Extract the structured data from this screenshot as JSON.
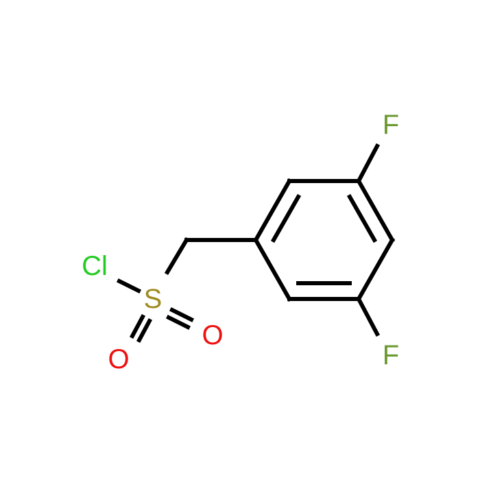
{
  "molecule": {
    "atoms": [
      {
        "id": "f1",
        "label": "F",
        "color": "#6a9a30"
      },
      {
        "id": "f2",
        "label": "F",
        "color": "#6a9a30"
      },
      {
        "id": "cl",
        "label": "Cl",
        "color": "#22cc22"
      },
      {
        "id": "s",
        "label": "S",
        "color": "#a08a1e"
      },
      {
        "id": "o1",
        "label": "O",
        "color": "#ee1111"
      },
      {
        "id": "o2",
        "label": "O",
        "color": "#ee1111"
      }
    ],
    "bond_color": "#000000",
    "background": "#ffffff"
  }
}
